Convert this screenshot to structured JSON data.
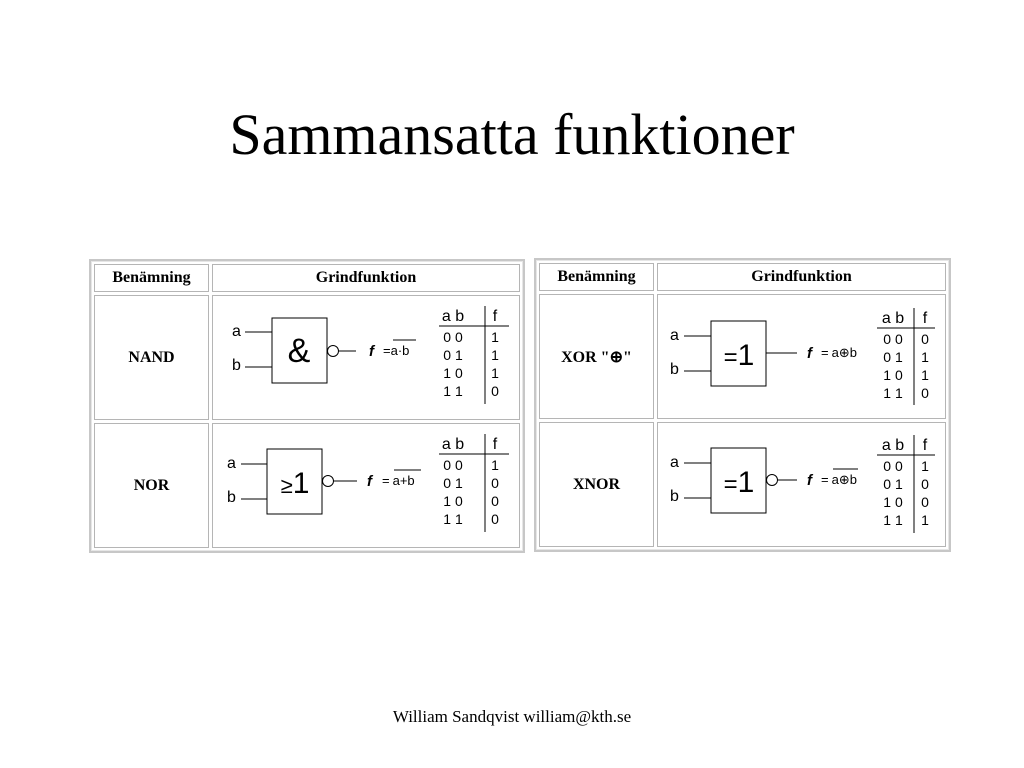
{
  "slide": {
    "title": "Sammansatta funktioner",
    "footer": "William Sandqvist  william@kth.se"
  },
  "tables": [
    {
      "header": {
        "name": "Benämning",
        "func": "Grindfunktion"
      },
      "rows": [
        {
          "name": "NAND",
          "input_a": "a",
          "input_b": "b",
          "gate_symbol": "&",
          "gate_prefix": "",
          "inverted_output": true,
          "f_label": "f",
          "equals": "=",
          "expr_a": "a",
          "operator": "·",
          "expr_b": "b",
          "overline": true,
          "truth_header": {
            "inputs": "a b",
            "output": "f"
          },
          "truth_rows": [
            {
              "ab": "0 0",
              "f": "1"
            },
            {
              "ab": "0 1",
              "f": "1"
            },
            {
              "ab": "1 0",
              "f": "1"
            },
            {
              "ab": "1 1",
              "f": "0"
            }
          ]
        },
        {
          "name": "NOR",
          "input_a": "a",
          "input_b": "b",
          "gate_symbol": "1",
          "gate_prefix": "≥",
          "inverted_output": true,
          "f_label": "f",
          "equals": "=",
          "expr_a": "a",
          "operator": "+",
          "expr_b": "b",
          "overline": true,
          "truth_header": {
            "inputs": "a b",
            "output": "f"
          },
          "truth_rows": [
            {
              "ab": "0 0",
              "f": "1"
            },
            {
              "ab": "0 1",
              "f": "0"
            },
            {
              "ab": "1 0",
              "f": "0"
            },
            {
              "ab": "1 1",
              "f": "0"
            }
          ]
        }
      ]
    },
    {
      "header": {
        "name": "Benämning",
        "func": "Grindfunktion"
      },
      "rows": [
        {
          "name": "XOR \"⊕\"",
          "input_a": "a",
          "input_b": "b",
          "gate_symbol": "1",
          "gate_prefix": "=",
          "inverted_output": false,
          "f_label": "f",
          "equals": "=",
          "expr_a": "a",
          "operator": "⊕",
          "expr_b": "b",
          "overline": false,
          "truth_header": {
            "inputs": "a b",
            "output": "f"
          },
          "truth_rows": [
            {
              "ab": "0 0",
              "f": "0"
            },
            {
              "ab": "0 1",
              "f": "1"
            },
            {
              "ab": "1 0",
              "f": "1"
            },
            {
              "ab": "1 1",
              "f": "0"
            }
          ]
        },
        {
          "name": "XNOR",
          "input_a": "a",
          "input_b": "b",
          "gate_symbol": "1",
          "gate_prefix": "=",
          "inverted_output": true,
          "f_label": "f",
          "equals": "=",
          "expr_a": "a",
          "operator": "⊕",
          "expr_b": "b",
          "overline": true,
          "truth_header": {
            "inputs": "a b",
            "output": "f"
          },
          "truth_rows": [
            {
              "ab": "0 0",
              "f": "1"
            },
            {
              "ab": "0 1",
              "f": "0"
            },
            {
              "ab": "1 0",
              "f": "0"
            },
            {
              "ab": "1 1",
              "f": "1"
            }
          ]
        }
      ]
    }
  ]
}
